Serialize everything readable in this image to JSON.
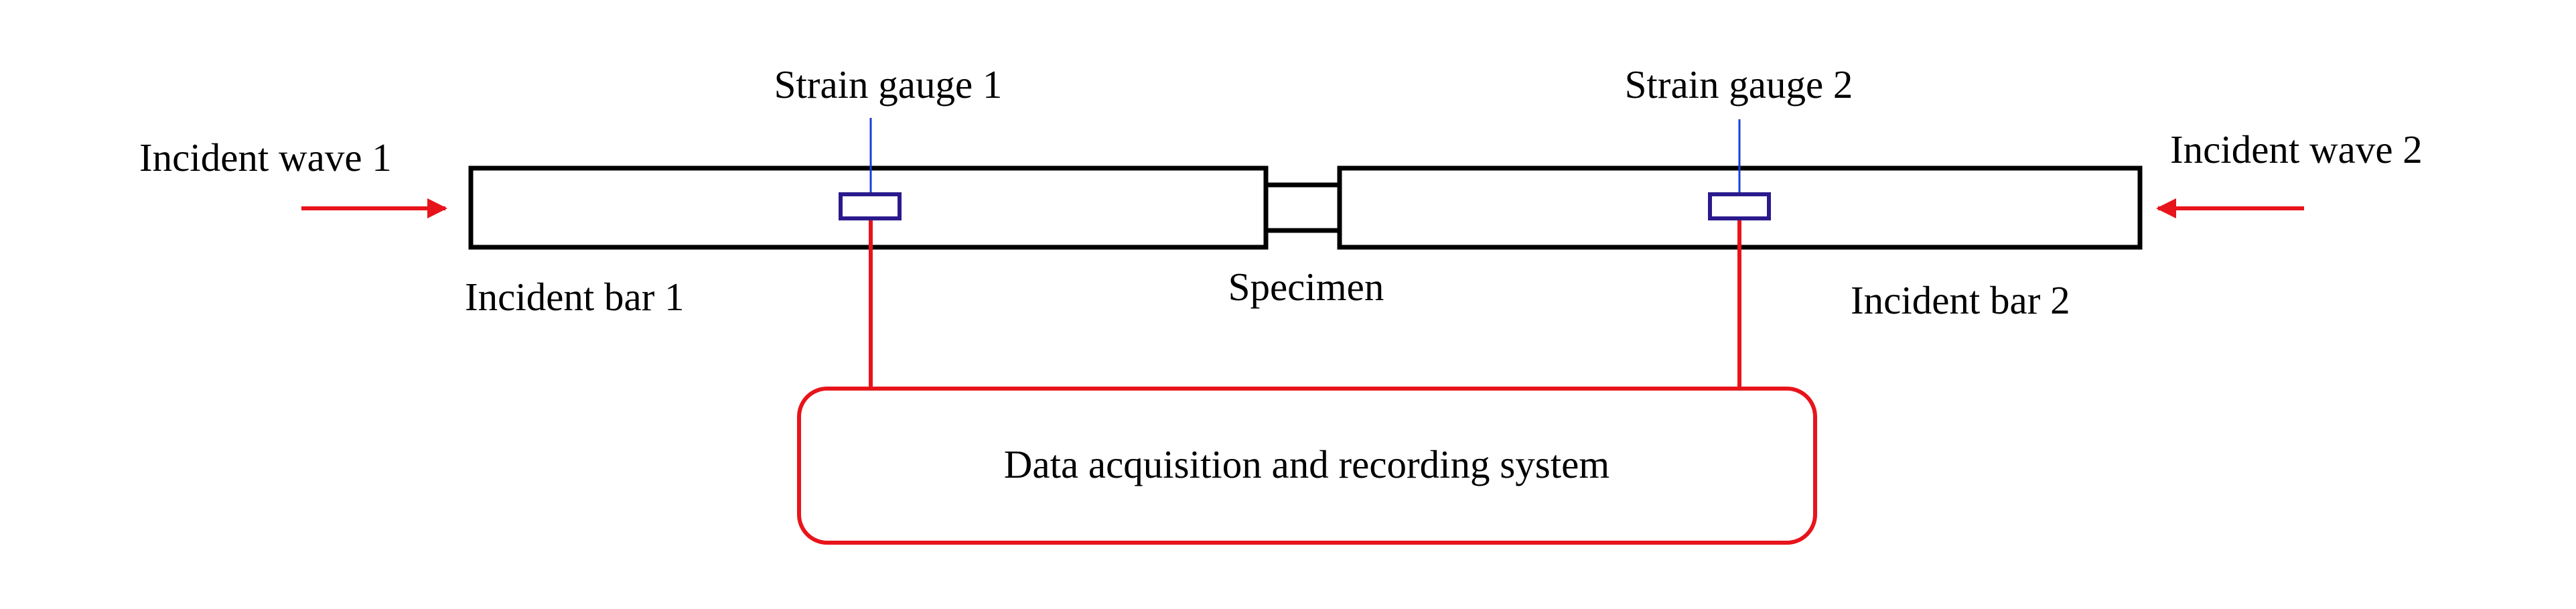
{
  "labels": {
    "incident_wave_1": "Incident wave 1",
    "incident_wave_2": "Incident wave 2",
    "strain_gauge_1": "Strain gauge 1",
    "strain_gauge_2": "Strain gauge 2",
    "incident_bar_1": "Incident bar 1",
    "incident_bar_2": "Incident bar 2",
    "specimen": "Specimen",
    "daq_system": "Data acquisition and recording system"
  },
  "colors": {
    "bar_outline": "#000000",
    "wave_arrow": "#e8141b",
    "wire": "#e8141b",
    "gauge": "#2a1a8c",
    "gauge_lead": "#1a3fd6",
    "text": "#000000"
  }
}
